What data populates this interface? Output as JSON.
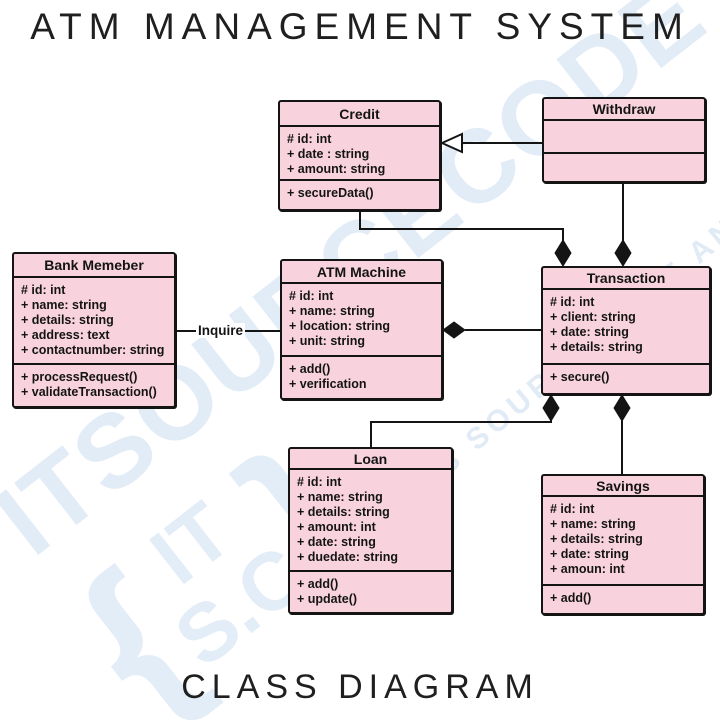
{
  "page": {
    "title": "ATM MANAGEMENT SYSTEM",
    "subtitle": "CLASS DIAGRAM"
  },
  "colors": {
    "class_fill": "#f8d3de",
    "line": "#141414",
    "watermark_blue": "#dde9f6",
    "background": "#ffffff"
  },
  "watermark": {
    "big_text": "ITSOURCECODE",
    "small_text": "PROJECTS SOURCE CODE AND TUTORIALS",
    "logo_brace_left": "{",
    "logo_top": "IT",
    "logo_bottom": "S.C",
    "logo_brace_right": "}"
  },
  "classes": [
    {
      "name": "Credit",
      "attributes": [
        "# id: int",
        "+ date : string",
        "+ amount: string"
      ],
      "methods": [
        "+ secureData()"
      ]
    },
    {
      "name": "Withdraw",
      "attributes": [],
      "methods": []
    },
    {
      "name": "Bank Memeber",
      "attributes": [
        "# id: int",
        "+ name: string",
        "+ details: string",
        "+ address: text",
        "+ contactnumber: string"
      ],
      "methods": [
        "+ processRequest()",
        "+ validateTransaction()"
      ]
    },
    {
      "name": "ATM Machine",
      "attributes": [
        "# id: int",
        "+ name: string",
        "+ location: string",
        "+ unit: string"
      ],
      "methods": [
        "+ add()",
        "+ verification"
      ]
    },
    {
      "name": "Transaction",
      "attributes": [
        "# id: int",
        "+ client: string",
        "+ date: string",
        "+ details: string"
      ],
      "methods": [
        "+ secure()"
      ]
    },
    {
      "name": "Loan",
      "attributes": [
        "# id: int",
        "+ name: string",
        "+ details: string",
        "+ amount: int",
        "+ date: string",
        "+ duedate: string"
      ],
      "methods": [
        "+ add()",
        "+ update()"
      ]
    },
    {
      "name": "Savings",
      "attributes": [
        "# id: int",
        "+ name: string",
        "+ details: string",
        "+ date: string",
        "+ amoun: int"
      ],
      "methods": [
        "+ add()"
      ]
    }
  ],
  "relationships": [
    {
      "from": "Withdraw",
      "to": "Credit",
      "type": "generalization",
      "label": ""
    },
    {
      "from": "Credit",
      "to": "Transaction",
      "type": "composition",
      "label": ""
    },
    {
      "from": "Withdraw",
      "to": "Transaction",
      "type": "composition",
      "label": ""
    },
    {
      "from": "Bank Memeber",
      "to": "ATM Machine",
      "type": "association",
      "label": "Inquire"
    },
    {
      "from": "ATM Machine",
      "to": "Transaction",
      "type": "composition",
      "label": ""
    },
    {
      "from": "Transaction",
      "to": "Loan",
      "type": "composition",
      "label": ""
    },
    {
      "from": "Transaction",
      "to": "Savings",
      "type": "composition",
      "label": ""
    }
  ]
}
